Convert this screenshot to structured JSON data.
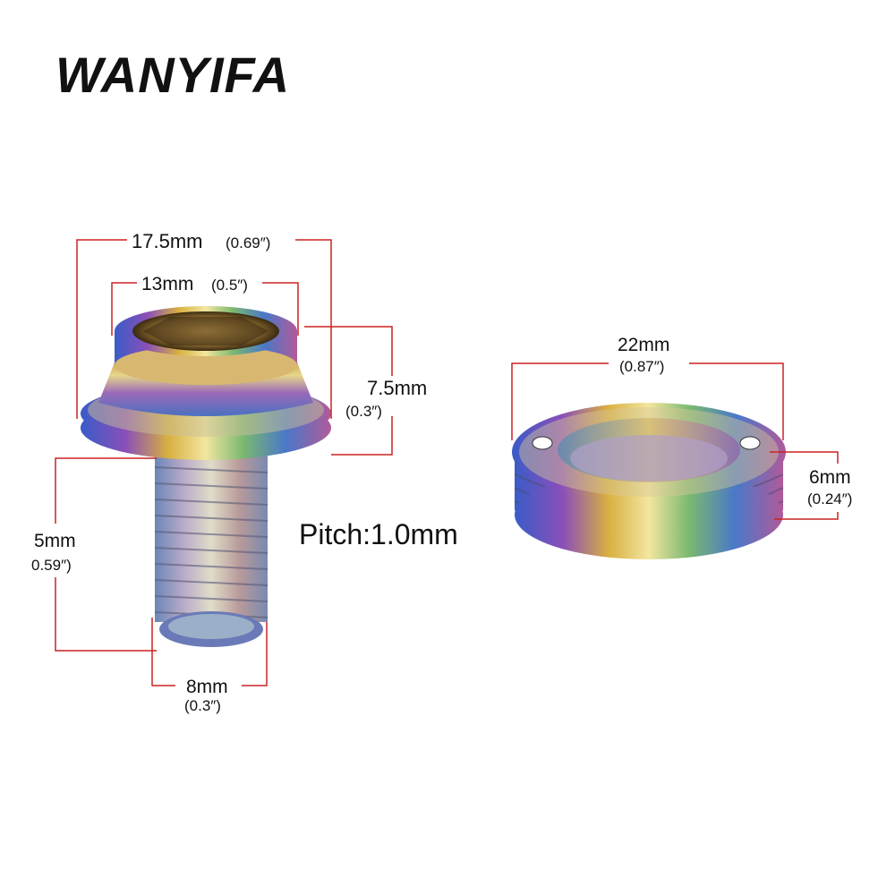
{
  "brand": {
    "name": "WANYIFA"
  },
  "colors": {
    "dimension_line": "#cc2222",
    "text": "#111111",
    "brand": "#111111"
  },
  "bolt": {
    "dims": {
      "flange_diameter": {
        "mm": "17.5mm",
        "inch": "(0.69″)"
      },
      "head_diameter": {
        "mm": "13mm",
        "inch": "(0.5″)"
      },
      "head_height": {
        "mm": "7.5mm",
        "inch": "(0.3″)"
      },
      "thread_length": {
        "mm": "5mm",
        "inch": "0.59″)"
      },
      "thread_diameter": {
        "mm": "8mm",
        "inch": "(0.3″)"
      }
    },
    "pitch": "Pitch:1.0mm"
  },
  "washer": {
    "dims": {
      "outer_diameter": {
        "mm": "22mm",
        "inch": "(0.87″)"
      },
      "thickness": {
        "mm": "6mm",
        "inch": "(0.24″)"
      }
    }
  }
}
